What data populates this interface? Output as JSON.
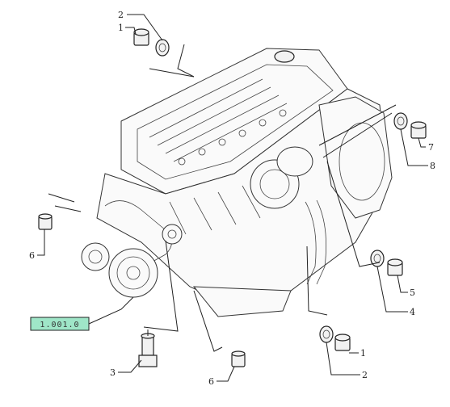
{
  "reference_code": "1.001.0",
  "callouts": [
    {
      "id": "c-2-top",
      "label": "2"
    },
    {
      "id": "c-1-top",
      "label": "1"
    },
    {
      "id": "c-6-left",
      "label": "6"
    },
    {
      "id": "c-3-bottom",
      "label": "3"
    },
    {
      "id": "c-6-bottom",
      "label": "6"
    },
    {
      "id": "c-1-bottom-right",
      "label": "1"
    },
    {
      "id": "c-2-bottom-right",
      "label": "2"
    },
    {
      "id": "c-5-right",
      "label": "5"
    },
    {
      "id": "c-4-right",
      "label": "4"
    },
    {
      "id": "c-7-right",
      "label": "7"
    },
    {
      "id": "c-8-right",
      "label": "8"
    }
  ],
  "colors": {
    "reference_box": "#9fe6c8",
    "line": "#222222"
  }
}
